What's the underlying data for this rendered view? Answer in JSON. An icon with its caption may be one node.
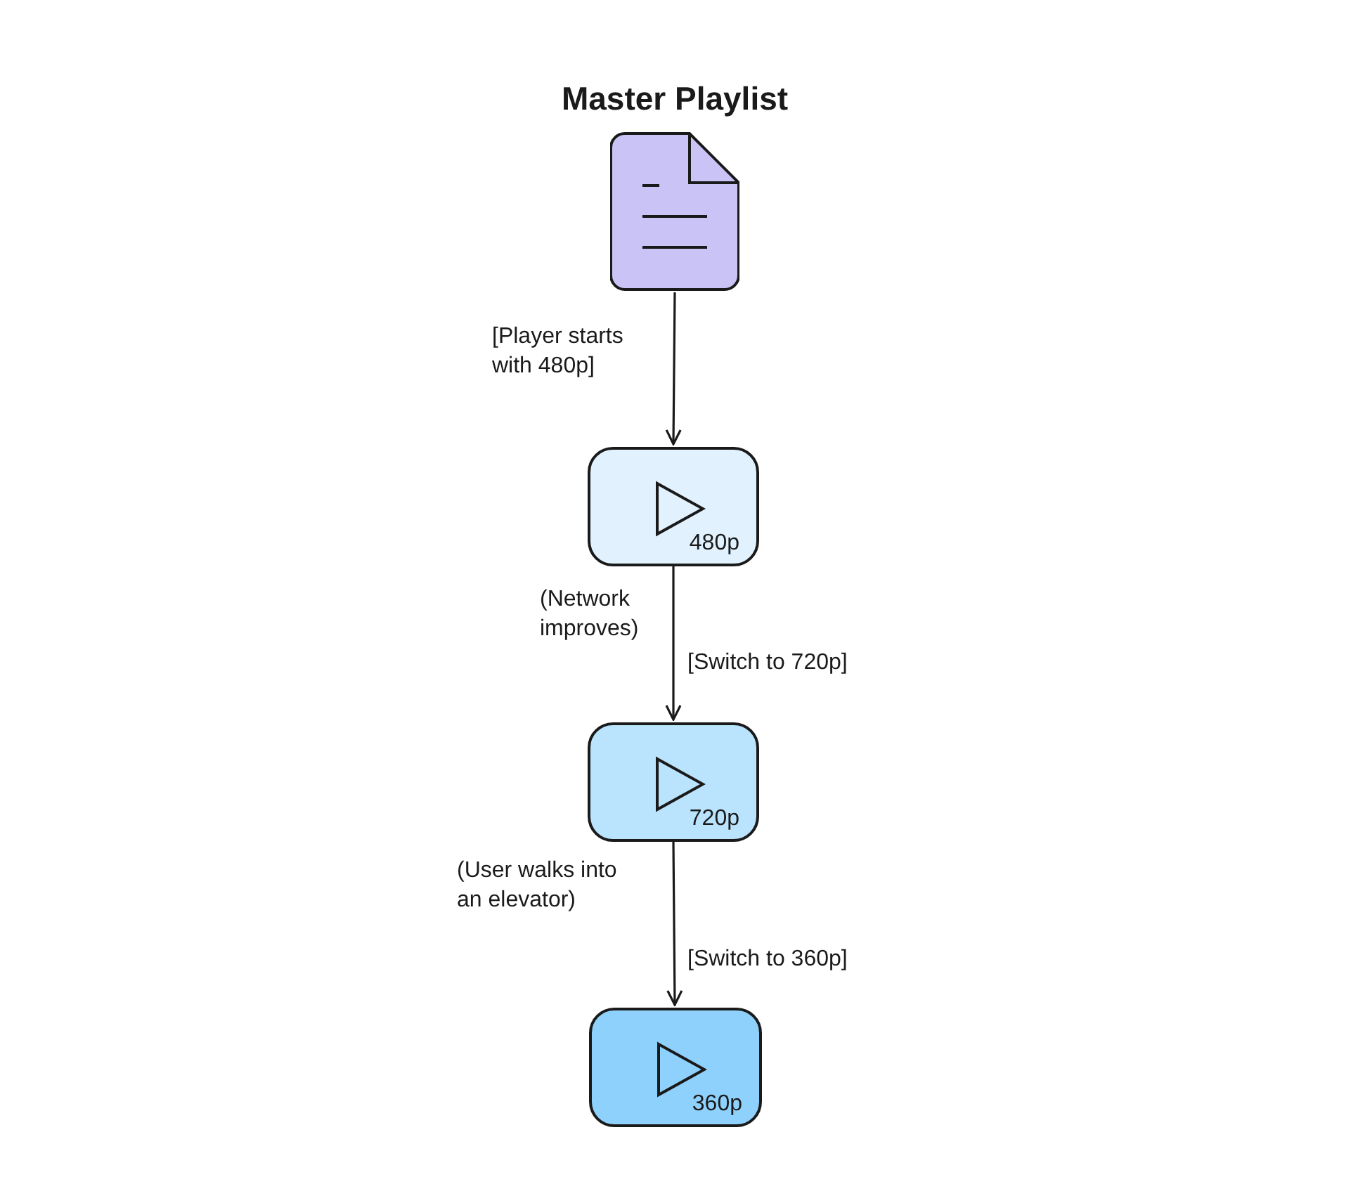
{
  "diagram": {
    "nodes": [
      {
        "text": [
          "Master Playlist"
        ]
      },
      {
        "text": [
          "480p"
        ]
      },
      {
        "text": [
          "720p"
        ]
      },
      {
        "text": [
          "360p"
        ]
      }
    ],
    "edges": [
      {
        "from": 0,
        "to": 1,
        "arrow": "to",
        "label": "[Player starts with 480p]"
      },
      {
        "from": 1,
        "to": 2,
        "arrow": "to",
        "label": "[Switch to 720p]"
      },
      {
        "from": 2,
        "to": 3,
        "arrow": "to",
        "label": "[Switch to 360p]"
      }
    ],
    "labels": [
      "(Network improves)",
      "(User walks into an elevator)"
    ]
  }
}
